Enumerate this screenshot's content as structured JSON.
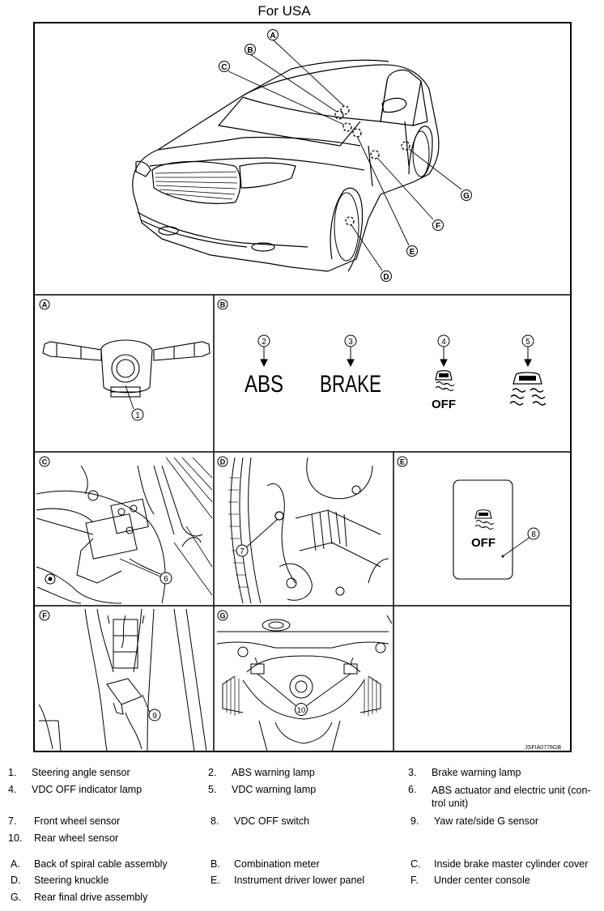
{
  "title": "For USA",
  "code": "JSFIA0778GB",
  "panels": {
    "a": "A",
    "b": "B",
    "c": "C",
    "d": "D",
    "e": "E",
    "f": "F",
    "g": "G"
  },
  "callouts": [
    "A",
    "B",
    "C",
    "D",
    "E",
    "F",
    "G"
  ],
  "numbers": [
    "1",
    "2",
    "3",
    "4",
    "5",
    "6",
    "7",
    "8",
    "9",
    "10"
  ],
  "lamps": {
    "abs": "ABS",
    "brake": "BRAKE",
    "off1": "OFF",
    "off2": "OFF"
  },
  "legend_numbers": [
    {
      "n": "1.",
      "t": "Steering angle sensor"
    },
    {
      "n": "2.",
      "t": "ABS warning lamp"
    },
    {
      "n": "3.",
      "t": "Brake warning lamp"
    },
    {
      "n": "4.",
      "t": "VDC OFF indicator lamp"
    },
    {
      "n": "5.",
      "t": "VDC warning lamp"
    },
    {
      "n": "6.",
      "t": "ABS actuator and electric unit (con-trol unit)"
    },
    {
      "n": "7.",
      "t": "Front wheel sensor"
    },
    {
      "n": "8.",
      "t": "VDC OFF switch"
    },
    {
      "n": "9.",
      "t": "Yaw rate/side G sensor"
    },
    {
      "n": "10.",
      "t": "Rear wheel sensor"
    }
  ],
  "legend_letters": [
    {
      "n": "A.",
      "t": "Back of spiral cable assembly"
    },
    {
      "n": "B.",
      "t": "Combination meter"
    },
    {
      "n": "C.",
      "t": "Inside brake master cylinder cover"
    },
    {
      "n": "D.",
      "t": "Steering knuckle"
    },
    {
      "n": "E.",
      "t": "Instrument driver lower panel"
    },
    {
      "n": "F.",
      "t": "Under center console"
    },
    {
      "n": "G.",
      "t": "Rear final drive assembly"
    }
  ]
}
